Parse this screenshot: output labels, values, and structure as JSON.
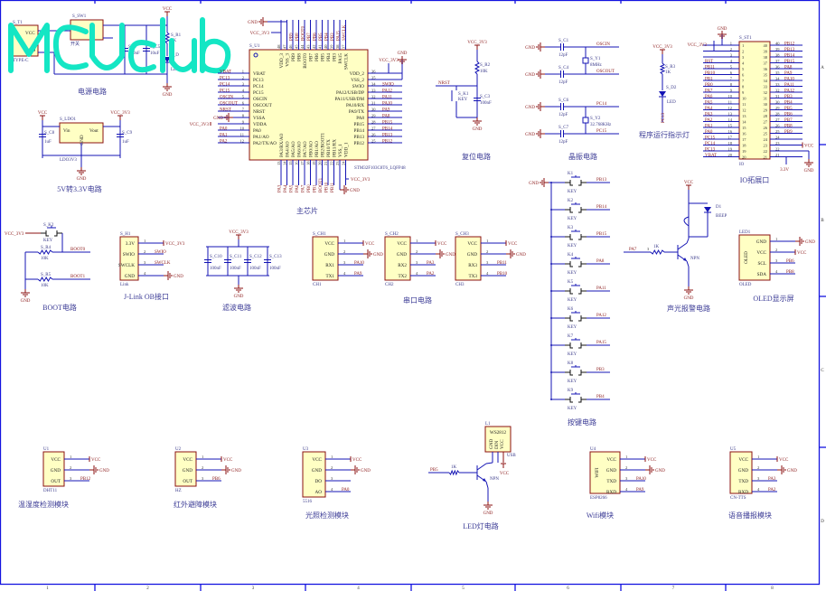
{
  "watermark": "MCUclub",
  "frame": {
    "cols": [
      "1",
      "2",
      "3",
      "4",
      "5",
      "6",
      "7",
      "8"
    ],
    "rows": [
      "A",
      "B",
      "C",
      "D"
    ]
  },
  "titles": {
    "power": "电源电路",
    "ldo": "5V转3.3V电路",
    "mcu": "主芯片",
    "reset": "复位电路",
    "crystal": "晶振电路",
    "run_led": "程序运行指示灯",
    "io": "IO拓展口",
    "boot": "BOOT电路",
    "jlink": "J-Link OB接口",
    "filter": "滤波电路",
    "uart": "串口电路",
    "keys": "按键电路",
    "alarm": "声光报警电路",
    "oled": "OLED显示屏",
    "dht": "温湿度检测模块",
    "ir": "红外避障模块",
    "light": "光照检测模块",
    "led": "LED灯电路",
    "wifi": "Wifi模块",
    "voice": "语音播报模块"
  },
  "power": {
    "usb": "S_T1",
    "usb_vcc": "VCC",
    "usb_gnd": "GND",
    "usb_part": "TYPE-C",
    "sw": "S_SW1",
    "sw_label": "开关",
    "r": "S_R1",
    "r_val": "1K",
    "c1": "S_C",
    "c1_val": "100nF",
    "c2": "S_C5",
    "c2_val": "10uF",
    "led": "S_D",
    "led_val": "LED",
    "vcc": "VCC",
    "gnd": "GND"
  },
  "ldo": {
    "des": "S_LDO1",
    "vin": "Vin",
    "vout": "Vout",
    "gnd_pin": "GND",
    "part": "LDO3V3",
    "c_in": "S_C8",
    "c_in_val": "1uF",
    "c_out": "S_C9",
    "c_out_val": "1uF",
    "in_net": "VCC",
    "out_net": "VCC_3V3",
    "gnd": "GND"
  },
  "mcu": {
    "des": "S_U1",
    "part": "STM32F103C8T6_LQFP48",
    "left": [
      {
        "n": "1",
        "pin": "VBAT",
        "net": "VBAT"
      },
      {
        "n": "2",
        "pin": "PC13",
        "net": "PC13"
      },
      {
        "n": "3",
        "pin": "PC14",
        "net": "PC14"
      },
      {
        "n": "4",
        "pin": "PC15",
        "net": "PC15"
      },
      {
        "n": "5",
        "pin": "OSCIN",
        "net": "OSCIN"
      },
      {
        "n": "6",
        "pin": "OSCOUT",
        "net": "OSCOUT"
      },
      {
        "n": "7",
        "pin": "NRST",
        "net": "NRST"
      },
      {
        "n": "8",
        "pin": "VSSA",
        "net": "GND"
      },
      {
        "n": "9",
        "pin": "VDDA",
        "net": "VCC_3V3"
      },
      {
        "n": "10",
        "pin": "PA0",
        "net": "PA0"
      },
      {
        "n": "11",
        "pin": "PA1/AO",
        "net": "PA1"
      },
      {
        "n": "12",
        "pin": "PA2/TX/AO",
        "net": "PA2"
      }
    ],
    "right": [
      {
        "n": "36",
        "pin": "VDD_2",
        "net": "VCC_3V3"
      },
      {
        "n": "35",
        "pin": "VSS_2",
        "net": "GND"
      },
      {
        "n": "34",
        "pin": "SWIO",
        "net": "SWIO"
      },
      {
        "n": "33",
        "pin": "PA12/USB/DP",
        "net": "PA12"
      },
      {
        "n": "32",
        "pin": "PA11/USB/DM",
        "net": "PA11"
      },
      {
        "n": "31",
        "pin": "PA10/RX",
        "net": "PA10"
      },
      {
        "n": "30",
        "pin": "PA9/TX",
        "net": "PA9"
      },
      {
        "n": "29",
        "pin": "PA8",
        "net": "PA8"
      },
      {
        "n": "28",
        "pin": "PB15",
        "net": "PB15"
      },
      {
        "n": "27",
        "pin": "PB14",
        "net": "PB14"
      },
      {
        "n": "26",
        "pin": "PB13",
        "net": "PB13"
      },
      {
        "n": "25",
        "pin": "PB12",
        "net": "PB12"
      }
    ],
    "top": [
      {
        "n": "48",
        "pin": "VDD_3",
        "net": ""
      },
      {
        "n": "47",
        "pin": "VSS_3",
        "net": ""
      },
      {
        "n": "46",
        "pin": "PB9",
        "net": "PB9"
      },
      {
        "n": "45",
        "pin": "PB8",
        "net": "PB8"
      },
      {
        "n": "44",
        "pin": "BOOT0",
        "net": "BOOT0"
      },
      {
        "n": "43",
        "pin": "PB7",
        "net": "PB7"
      },
      {
        "n": "42",
        "pin": "PB6",
        "net": "PB6"
      },
      {
        "n": "41",
        "pin": "PB5",
        "net": "PB5"
      },
      {
        "n": "40",
        "pin": "PB4",
        "net": "PB4"
      },
      {
        "n": "39",
        "pin": "PB3",
        "net": "PB3"
      },
      {
        "n": "38",
        "pin": "PA15",
        "net": "PA15"
      },
      {
        "n": "37",
        "pin": "SWCLK",
        "net": "SWCLK"
      }
    ],
    "top_gnd": "GND",
    "top_vcc": "VCC_3V3",
    "bottom": [
      {
        "n": "13",
        "pin": "PA3/RX/AO",
        "net": "PA3"
      },
      {
        "n": "14",
        "pin": "PA4/AO",
        "net": "PA4"
      },
      {
        "n": "15",
        "pin": "PA5/AO",
        "net": "PA5"
      },
      {
        "n": "16",
        "pin": "PA6/AO",
        "net": "PA6"
      },
      {
        "n": "17",
        "pin": "PA7/AO",
        "net": "PA7"
      },
      {
        "n": "18",
        "pin": "PB0/AO",
        "net": "PB0"
      },
      {
        "n": "19",
        "pin": "PB1/AO",
        "net": "PB1"
      },
      {
        "n": "20",
        "pin": "PB2/BOOT1",
        "net": "BOOT1"
      },
      {
        "n": "21",
        "pin": "PB10/TX",
        "net": "PB10"
      },
      {
        "n": "22",
        "pin": "PB11/RX",
        "net": "PB11"
      },
      {
        "n": "23",
        "pin": "VSS_1",
        "net": ""
      },
      {
        "n": "24",
        "pin": "VDD_1",
        "net": ""
      }
    ],
    "bottom_vcc": "VCC_3V3",
    "bottom_gnd": "GND"
  },
  "reset": {
    "vcc": "VCC_3V3",
    "r": "S_R2",
    "r_val": "10K",
    "net": "NRST",
    "key": "S_K1",
    "key_val": "KEY",
    "c": "S_C3",
    "c_val": "100nF",
    "gnd": "GND"
  },
  "crystal": {
    "gnd": "GND",
    "caps": [
      {
        "des": "S_C1",
        "val": "12pF",
        "net": "OSCIN"
      },
      {
        "des": "S_C4",
        "val": "12pF",
        "net": "OSCOUT"
      },
      {
        "des": "S_C6",
        "val": "12pF",
        "net": "PC14"
      },
      {
        "des": "S_C7",
        "val": "12pF",
        "net": "PC15"
      }
    ],
    "y1": "S_Y1",
    "y1_val": "8MHz",
    "y2": "S_Y2",
    "y2_val": "32.768KHz"
  },
  "run_led": {
    "vcc": "VCC_3V3",
    "r": "S_R3",
    "r_val": "1K",
    "d": "S_D2",
    "d_val": "LED",
    "net": "PC13"
  },
  "io": {
    "des": "S_ST1",
    "label": "IO",
    "gnd": "GND",
    "vcc3": "VCC_3V3",
    "vcc": "VCC",
    "gnd2": "GND",
    "v33": "3.3V",
    "left": [
      "",
      "",
      "",
      "RST",
      "PB11",
      "PB10",
      "PB1",
      "PB0",
      "PA7",
      "PA6",
      "PA5",
      "PA4",
      "PA3",
      "PA2",
      "PA1",
      "PA0",
      "PC15",
      "PC14",
      "PC13",
      "VBAT"
    ],
    "right": [
      "PB12",
      "PB13",
      "PB14",
      "PB15",
      "PA8",
      "PA9",
      "PA10",
      "PA11",
      "PA12",
      "PB3",
      "PB4",
      "PB5",
      "PB6",
      "PB7",
      "PB8",
      "PB9",
      "",
      "",
      "",
      ""
    ]
  },
  "boot": {
    "vcc": "VCC_3V3",
    "key": "S_K2",
    "key_val": "KEY",
    "r4": "S_R4",
    "r4_val": "10K",
    "r5": "S_R5",
    "r5_val": "10K",
    "boot0": "BOOT0",
    "boot1": "BOOT1",
    "gnd": "GND"
  },
  "filter": {
    "vcc": "VCC_3V3",
    "gnd": "GND",
    "caps": [
      {
        "des": "S_C10",
        "val": "100nF"
      },
      {
        "des": "S_C11",
        "val": "100nF"
      },
      {
        "des": "S_C12",
        "val": "100nF"
      },
      {
        "des": "S_C13",
        "val": "100nF"
      }
    ]
  },
  "keys": {
    "gnd": "GND",
    "val": "KEY",
    "items": [
      {
        "des": "K1",
        "net": "PB13"
      },
      {
        "des": "K2",
        "net": "PB14"
      },
      {
        "des": "K3",
        "net": "PB15"
      },
      {
        "des": "K4",
        "net": "PA8"
      },
      {
        "des": "K5",
        "net": "PA11"
      },
      {
        "des": "K6",
        "net": "PA12"
      },
      {
        "des": "K7",
        "net": "PA15"
      },
      {
        "des": "K8",
        "net": "PB3"
      },
      {
        "des": "K9",
        "net": "PB4"
      }
    ]
  },
  "alarm": {
    "vcc": "VCC",
    "d": "D1",
    "d_val": "BEEP",
    "net": "PA7",
    "pin_num": "3",
    "r_val": "1K",
    "q": "NPN",
    "gnd": "GND"
  },
  "led": {
    "des": "L1",
    "chip_label": "WS2812",
    "pins": [
      "GND",
      "DIN",
      "VCC"
    ],
    "footer": "USB",
    "net": "PB5",
    "r_val": "1K",
    "q": "NPN",
    "vcc": "VCC",
    "gnd": "GND"
  },
  "modules": {
    "jlink": {
      "des": "S_H1",
      "footer": "Link",
      "pins": [
        {
          "name": "3.3V",
          "net": "VCC_3V3",
          "type": "vcc"
        },
        {
          "name": "SWIO",
          "net": "SWIO"
        },
        {
          "name": "SWCLK",
          "net": "SWCLK"
        },
        {
          "name": "GND",
          "net": "GND",
          "type": "gnd"
        }
      ]
    },
    "ch1": {
      "des": "S_CH1",
      "footer": "CH1",
      "pins": [
        {
          "name": "VCC",
          "net": "VCC",
          "type": "vcc"
        },
        {
          "name": "GND",
          "net": "GND",
          "type": "gnd"
        },
        {
          "name": "RX1",
          "net": "PA10"
        },
        {
          "name": "TX1",
          "net": "PA9"
        }
      ]
    },
    "ch2": {
      "des": "S_CH2",
      "footer": "CH2",
      "pins": [
        {
          "name": "VCC",
          "net": "VCC",
          "type": "vcc"
        },
        {
          "name": "GND",
          "net": "GND",
          "type": "gnd"
        },
        {
          "name": "RX2",
          "net": "PA3"
        },
        {
          "name": "TX2",
          "net": "PA2"
        }
      ]
    },
    "ch3": {
      "des": "S_CH3",
      "footer": "CH3",
      "pins": [
        {
          "name": "VCC",
          "net": "VCC",
          "type": "vcc"
        },
        {
          "name": "GND",
          "net": "GND",
          "type": "gnd"
        },
        {
          "name": "RX3",
          "net": "PB11"
        },
        {
          "name": "TX3",
          "net": "PB10"
        }
      ]
    },
    "oled": {
      "des": "LED1",
      "footer": "OLED",
      "inner": "OLED",
      "pins": [
        {
          "name": "GND",
          "net": "GND",
          "type": "gnd"
        },
        {
          "name": "VCC",
          "net": "VCC",
          "type": "vcc"
        },
        {
          "name": "SCL",
          "net": "PB6"
        },
        {
          "name": "SDA",
          "net": "PB8"
        }
      ]
    },
    "dht": {
      "des": "U1",
      "footer": "DHT11",
      "pins": [
        {
          "name": "VCC",
          "net": "VCC",
          "type": "vcc"
        },
        {
          "name": "GND",
          "net": "GND",
          "type": "gnd"
        },
        {
          "name": "OUT",
          "net": "PB12"
        }
      ]
    },
    "ir": {
      "des": "U2",
      "footer": "HZ",
      "pins": [
        {
          "name": "VCC",
          "net": "VCC",
          "type": "vcc"
        },
        {
          "name": "GND",
          "net": "GND",
          "type": "gnd"
        },
        {
          "name": "OUT",
          "net": "PB6"
        }
      ]
    },
    "light": {
      "des": "U3",
      "footer": "5516",
      "pins": [
        {
          "name": "VCC",
          "net": "VCC",
          "type": "vcc"
        },
        {
          "name": "GND",
          "net": "GND",
          "type": "gnd"
        },
        {
          "name": "DO",
          "net": ""
        },
        {
          "name": "AO",
          "net": "PA0"
        }
      ]
    },
    "wifi": {
      "des": "U4",
      "footer": "ESP8266",
      "inner": "WIFI",
      "pins": [
        {
          "name": "VCC",
          "net": "VCC",
          "type": "vcc"
        },
        {
          "name": "GND",
          "net": "GND",
          "type": "gnd"
        },
        {
          "name": "TXD",
          "net": "PA10"
        },
        {
          "name": "RXD",
          "net": "PA9"
        }
      ]
    },
    "voice": {
      "des": "U5",
      "footer": "CN-TTS",
      "pins": [
        {
          "name": "VCC",
          "net": "VCC",
          "type": "vcc"
        },
        {
          "name": "GND",
          "net": "GND",
          "type": "gnd"
        },
        {
          "name": "TXD",
          "net": "PA3"
        },
        {
          "name": "RXD",
          "net": "PA2"
        }
      ]
    }
  }
}
